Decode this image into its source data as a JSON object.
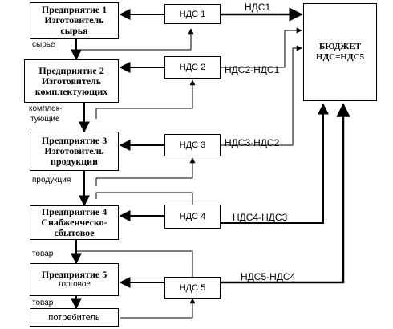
{
  "enterprises": [
    {
      "line1": "Предприятие 1",
      "line2": "Изготовитель сырья"
    },
    {
      "line1": "Предприятие 2",
      "line2": "Изготовитель комплектующих"
    },
    {
      "line1": "Предприятие 3",
      "line2": "Изготовитель продукции"
    },
    {
      "line1": "Предприятие 4",
      "line2": "Снабженческо-сбытовое"
    },
    {
      "line1": "Предприятие 5",
      "line2": "торговое"
    }
  ],
  "consumer": "потребитель",
  "nds_boxes": [
    "НДС 1",
    "НДС 2",
    "НДС 3",
    "НДС 4",
    "НДС 5"
  ],
  "goods_labels": [
    "сырье",
    "комплек-",
    "тующие",
    "продукция",
    "товар",
    "товар"
  ],
  "flow_labels": [
    "НДС1",
    "НДС2-НДС1",
    "НДС3-НДС2",
    "НДС4-НДС3",
    "НДС5-НДС4"
  ],
  "budget": {
    "title": "БЮДЖЕТ",
    "formula": "НДС=НДС5"
  }
}
